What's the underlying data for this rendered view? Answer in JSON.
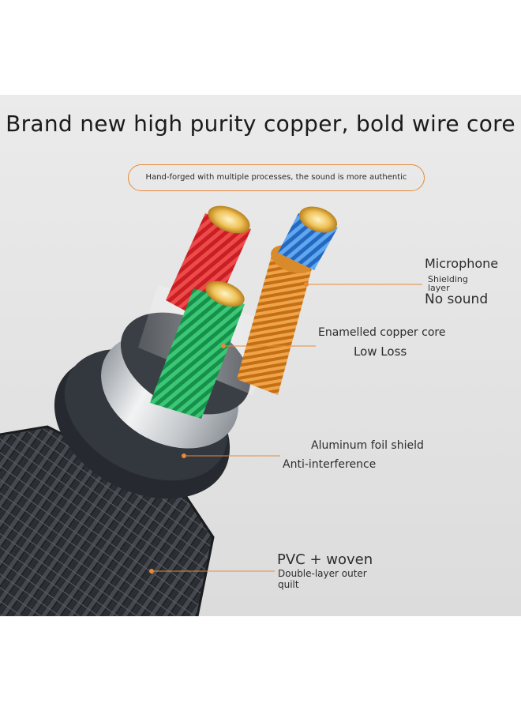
{
  "headline": "Brand new high purity copper, bold wire core",
  "subtitle": "Hand-forged with multiple processes, the sound is more authentic",
  "callouts": {
    "microphone": "Microphone",
    "shielding_layer": "Shielding layer",
    "no_sound": "No sound",
    "enamelled_core": "Enamelled copper core",
    "low_loss": "Low Loss",
    "aluminum_foil": "Aluminum foil shield",
    "anti_interference": "Anti-interference",
    "pvc_woven": "PVC + woven",
    "double_layer": "Double-layer outer quilt"
  },
  "colors": {
    "accent": "#e68a3a",
    "wire_red": "#d8262a",
    "wire_green": "#1fa85a",
    "wire_blue": "#2d7fd6",
    "wire_orange": "#d9821e",
    "copper": "#e9b84a",
    "jacket": "#2a2f35",
    "foil": "#cfd2d5"
  }
}
